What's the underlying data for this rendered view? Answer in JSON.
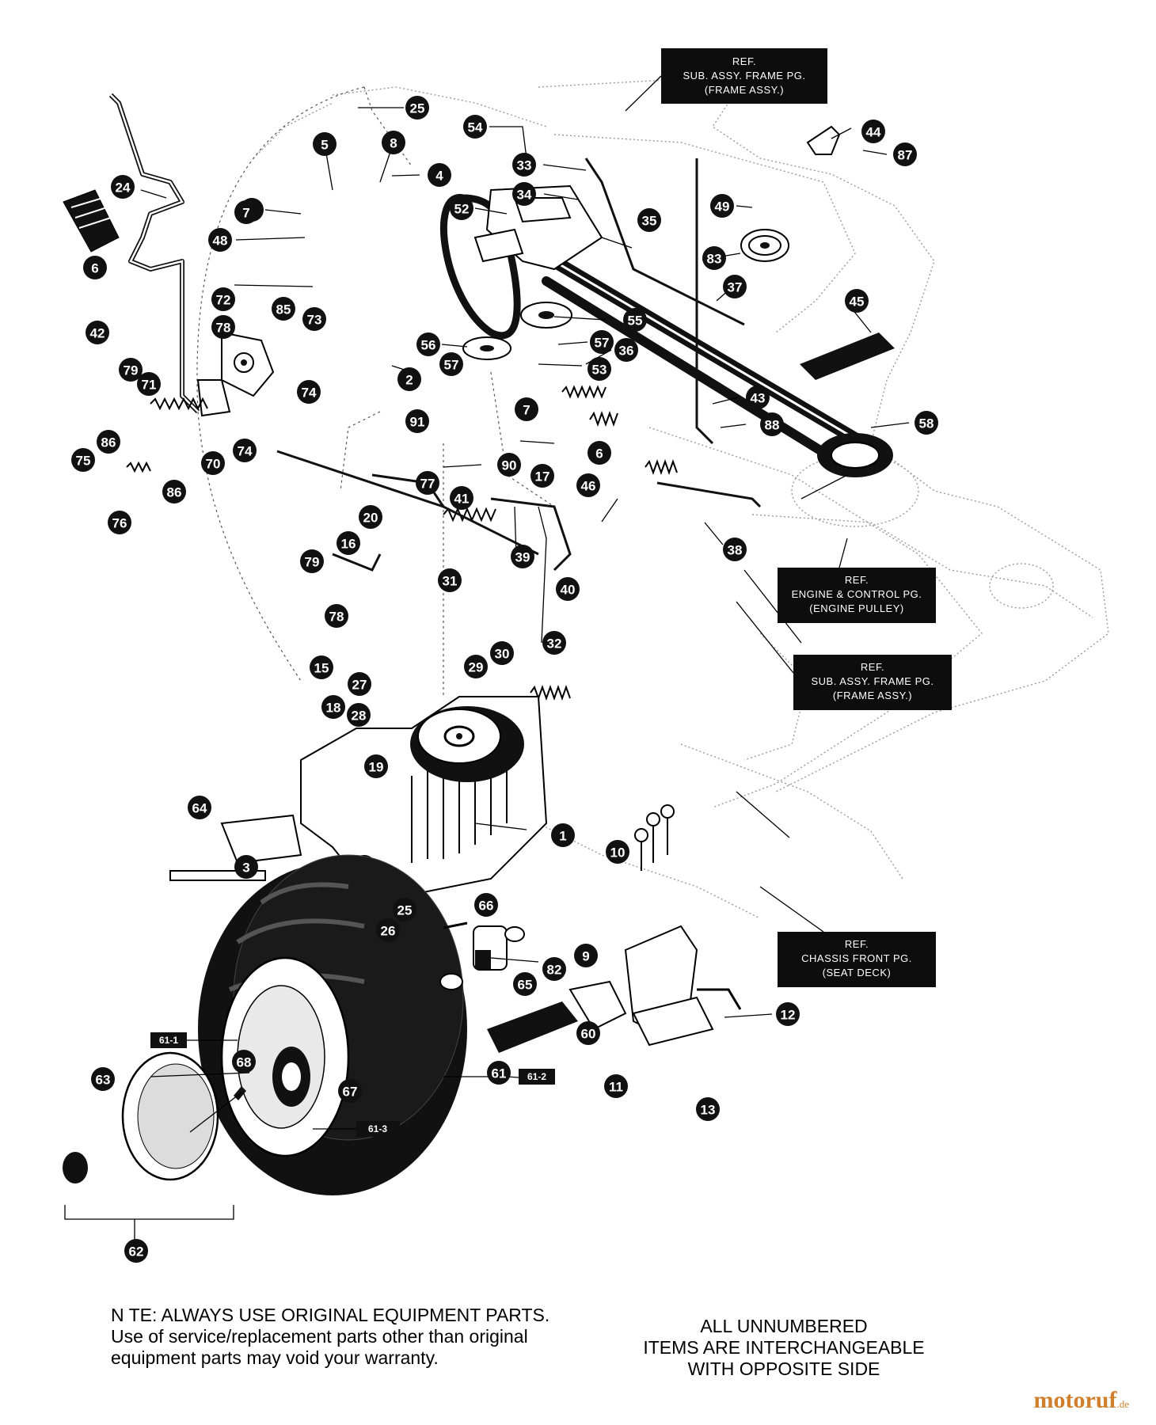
{
  "notes": {
    "left_line1": "N TE: ALWAYS USE ORIGINAL EQUIPMENT PARTS.",
    "left_line2": "Use of service/replacement parts other than original",
    "left_line3": "equipment parts may void your warranty.",
    "right_line1": "ALL UNNUMBERED",
    "right_line2": "ITEMS ARE INTERCHANGEABLE",
    "right_line3": "WITH OPPOSITE SIDE"
  },
  "watermark": {
    "main": "motoruf",
    "suffix": ".de"
  },
  "refs": [
    {
      "line1": "REF.",
      "line2": "SUB. ASSY. FRAME PG.",
      "line3": "(FRAME ASSY.)"
    },
    {
      "line1": "REF.",
      "line2": "ENGINE & CONTROL PG.",
      "line3": "(ENGINE PULLEY)"
    },
    {
      "line1": "REF.",
      "line2": "SUB. ASSY. FRAME PG.",
      "line3": "(FRAME ASSY.)"
    },
    {
      "line1": "REF.",
      "line2": "CHASSIS FRONT PG.",
      "line3": "(SEAT DECK)"
    }
  ],
  "tags": [
    "61-1",
    "61-2",
    "61-3"
  ],
  "callouts": [
    "25",
    "54",
    "44",
    "87",
    "5",
    "8",
    "4",
    "33",
    "34",
    "52",
    "24",
    "8",
    "49",
    "7",
    "35",
    "48",
    "83",
    "6",
    "37",
    "45",
    "72",
    "85",
    "73",
    "55",
    "78",
    "42",
    "56",
    "57",
    "36",
    "79",
    "2",
    "57",
    "53",
    "71",
    "74",
    "43",
    "58",
    "88",
    "74",
    "70",
    "86",
    "75",
    "86",
    "7",
    "91",
    "6",
    "90",
    "77",
    "17",
    "46",
    "76",
    "41",
    "20",
    "38",
    "16",
    "39",
    "79",
    "31",
    "40",
    "78",
    "30",
    "32",
    "15",
    "29",
    "27",
    "18",
    "28",
    "19",
    "64",
    "1",
    "10",
    "3",
    "63",
    "25",
    "26",
    "66",
    "9",
    "65",
    "82",
    "12",
    "61",
    "60",
    "68",
    "67",
    "11",
    "13",
    "62"
  ],
  "colors": {
    "ink": "#111111",
    "watermark": "#d07f2c"
  }
}
